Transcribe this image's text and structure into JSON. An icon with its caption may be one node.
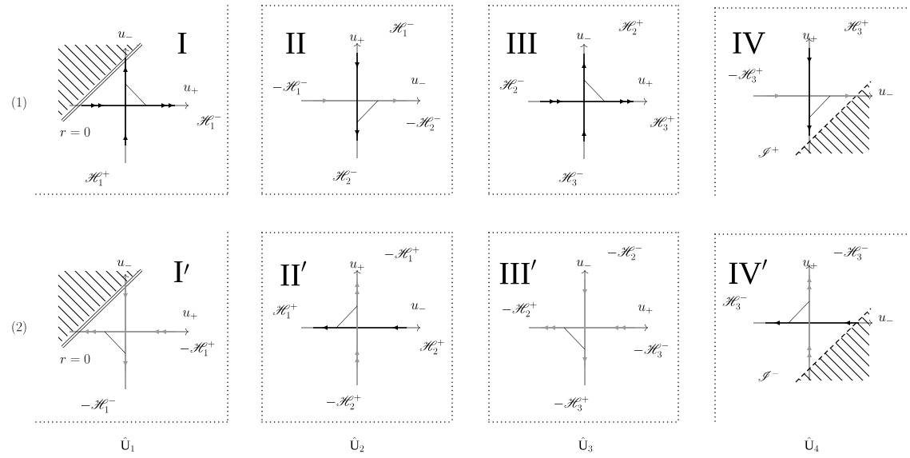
{
  "diagram": {
    "nodes": [
      {
        "text": [
          "\\mathrm{I}",
          "u_-",
          "u_+",
          "r=0",
          "\\mathscr{H}_1^-",
          "\\mathscr{H}_1^+"
        ]
      },
      {
        "text": [
          "\\mathrm{II}",
          "\\mathscr{H}_1^-",
          "u_+",
          "-\\mathscr{H}_1^-",
          "u_-",
          "-\\mathscr{H}_2^-",
          "\\mathscr{H}_2^-"
        ]
      },
      {
        "text": [
          "\\mathrm{III}",
          "\\mathscr{H}_2^+",
          "u_-",
          "\\mathscr{H}_2^-",
          "u_+",
          "\\mathscr{H}_3^+",
          "\\mathscr{H}_3^-"
        ]
      },
      {
        "text": [
          "\\mathrm{IV}",
          "\\mathscr{H}_3^+",
          "u_+",
          "-\\mathscr{H}_3^+",
          "u_-",
          "\\mathscr{I}^+"
        ]
      },
      {
        "text": [
          "\\mathrm{I}'",
          "u_-",
          "u_+",
          "-\\mathscr{H}_1^+",
          "r=0",
          "-\\mathscr{H}_1^-"
        ]
      },
      {
        "text": [
          "\\mathrm{II}'",
          "-\\mathscr{H}_1^+",
          "u_+",
          "\\mathscr{H}_1^+",
          "u_-",
          "\\mathscr{H}_2^+",
          "-\\mathscr{H}_2^+"
        ]
      },
      {
        "text": [
          "\\mathrm{III}'",
          "-\\mathscr{H}_2^-",
          "u_-",
          "-\\mathscr{H}_2^+",
          "u_+",
          "-\\mathscr{H}_3^-",
          "-\\mathscr{H}_3^+"
        ]
      },
      {
        "text": [
          "\\mathrm{IV}'",
          "-\\mathscr{H}_3^-",
          "u_+",
          "\\mathscr{H}_3^-",
          "u_-",
          "\\mathscr{I}^-"
        ]
      }
    ],
    "labels": [
      "(1)",
      "(2)",
      "\\hat{\\mathrm{U}}_1",
      "\\hat{\\mathrm{U}}_2",
      "\\hat{\\mathrm{U}}_3",
      "\\hat{\\mathrm{U}}_4"
    ]
  }
}
